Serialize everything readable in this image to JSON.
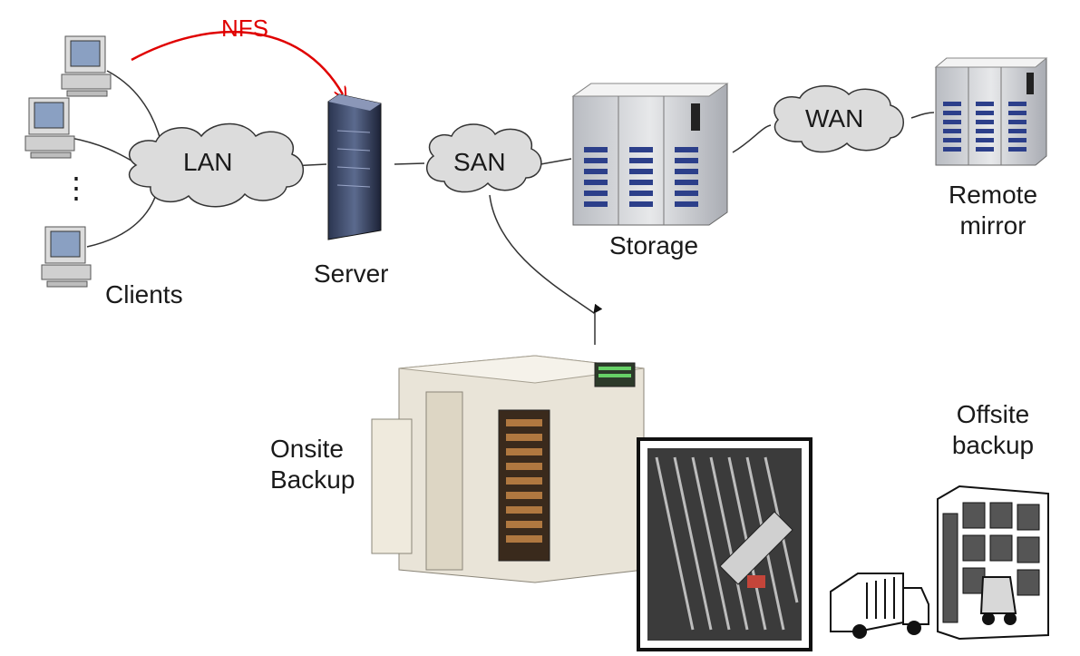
{
  "protocol": {
    "label": "NFS",
    "color": "#e00000"
  },
  "networks": {
    "lan": "LAN",
    "san": "SAN",
    "wan": "WAN"
  },
  "nodes": {
    "clients": "Clients",
    "client_ellipsis": "⋮",
    "server": "Server",
    "storage": "Storage",
    "remote_mirror_line1": "Remote",
    "remote_mirror_line2": "mirror",
    "onsite_backup_line1": "Onsite",
    "onsite_backup_line2": "Backup",
    "offsite_backup_line1": "Offsite",
    "offsite_backup_line2": "backup"
  },
  "icons": [
    "desktop-computer-icon",
    "tower-server-icon",
    "storage-array-icon",
    "tape-library-icon",
    "truck-icon",
    "warehouse-icon",
    "cloud-icon"
  ]
}
